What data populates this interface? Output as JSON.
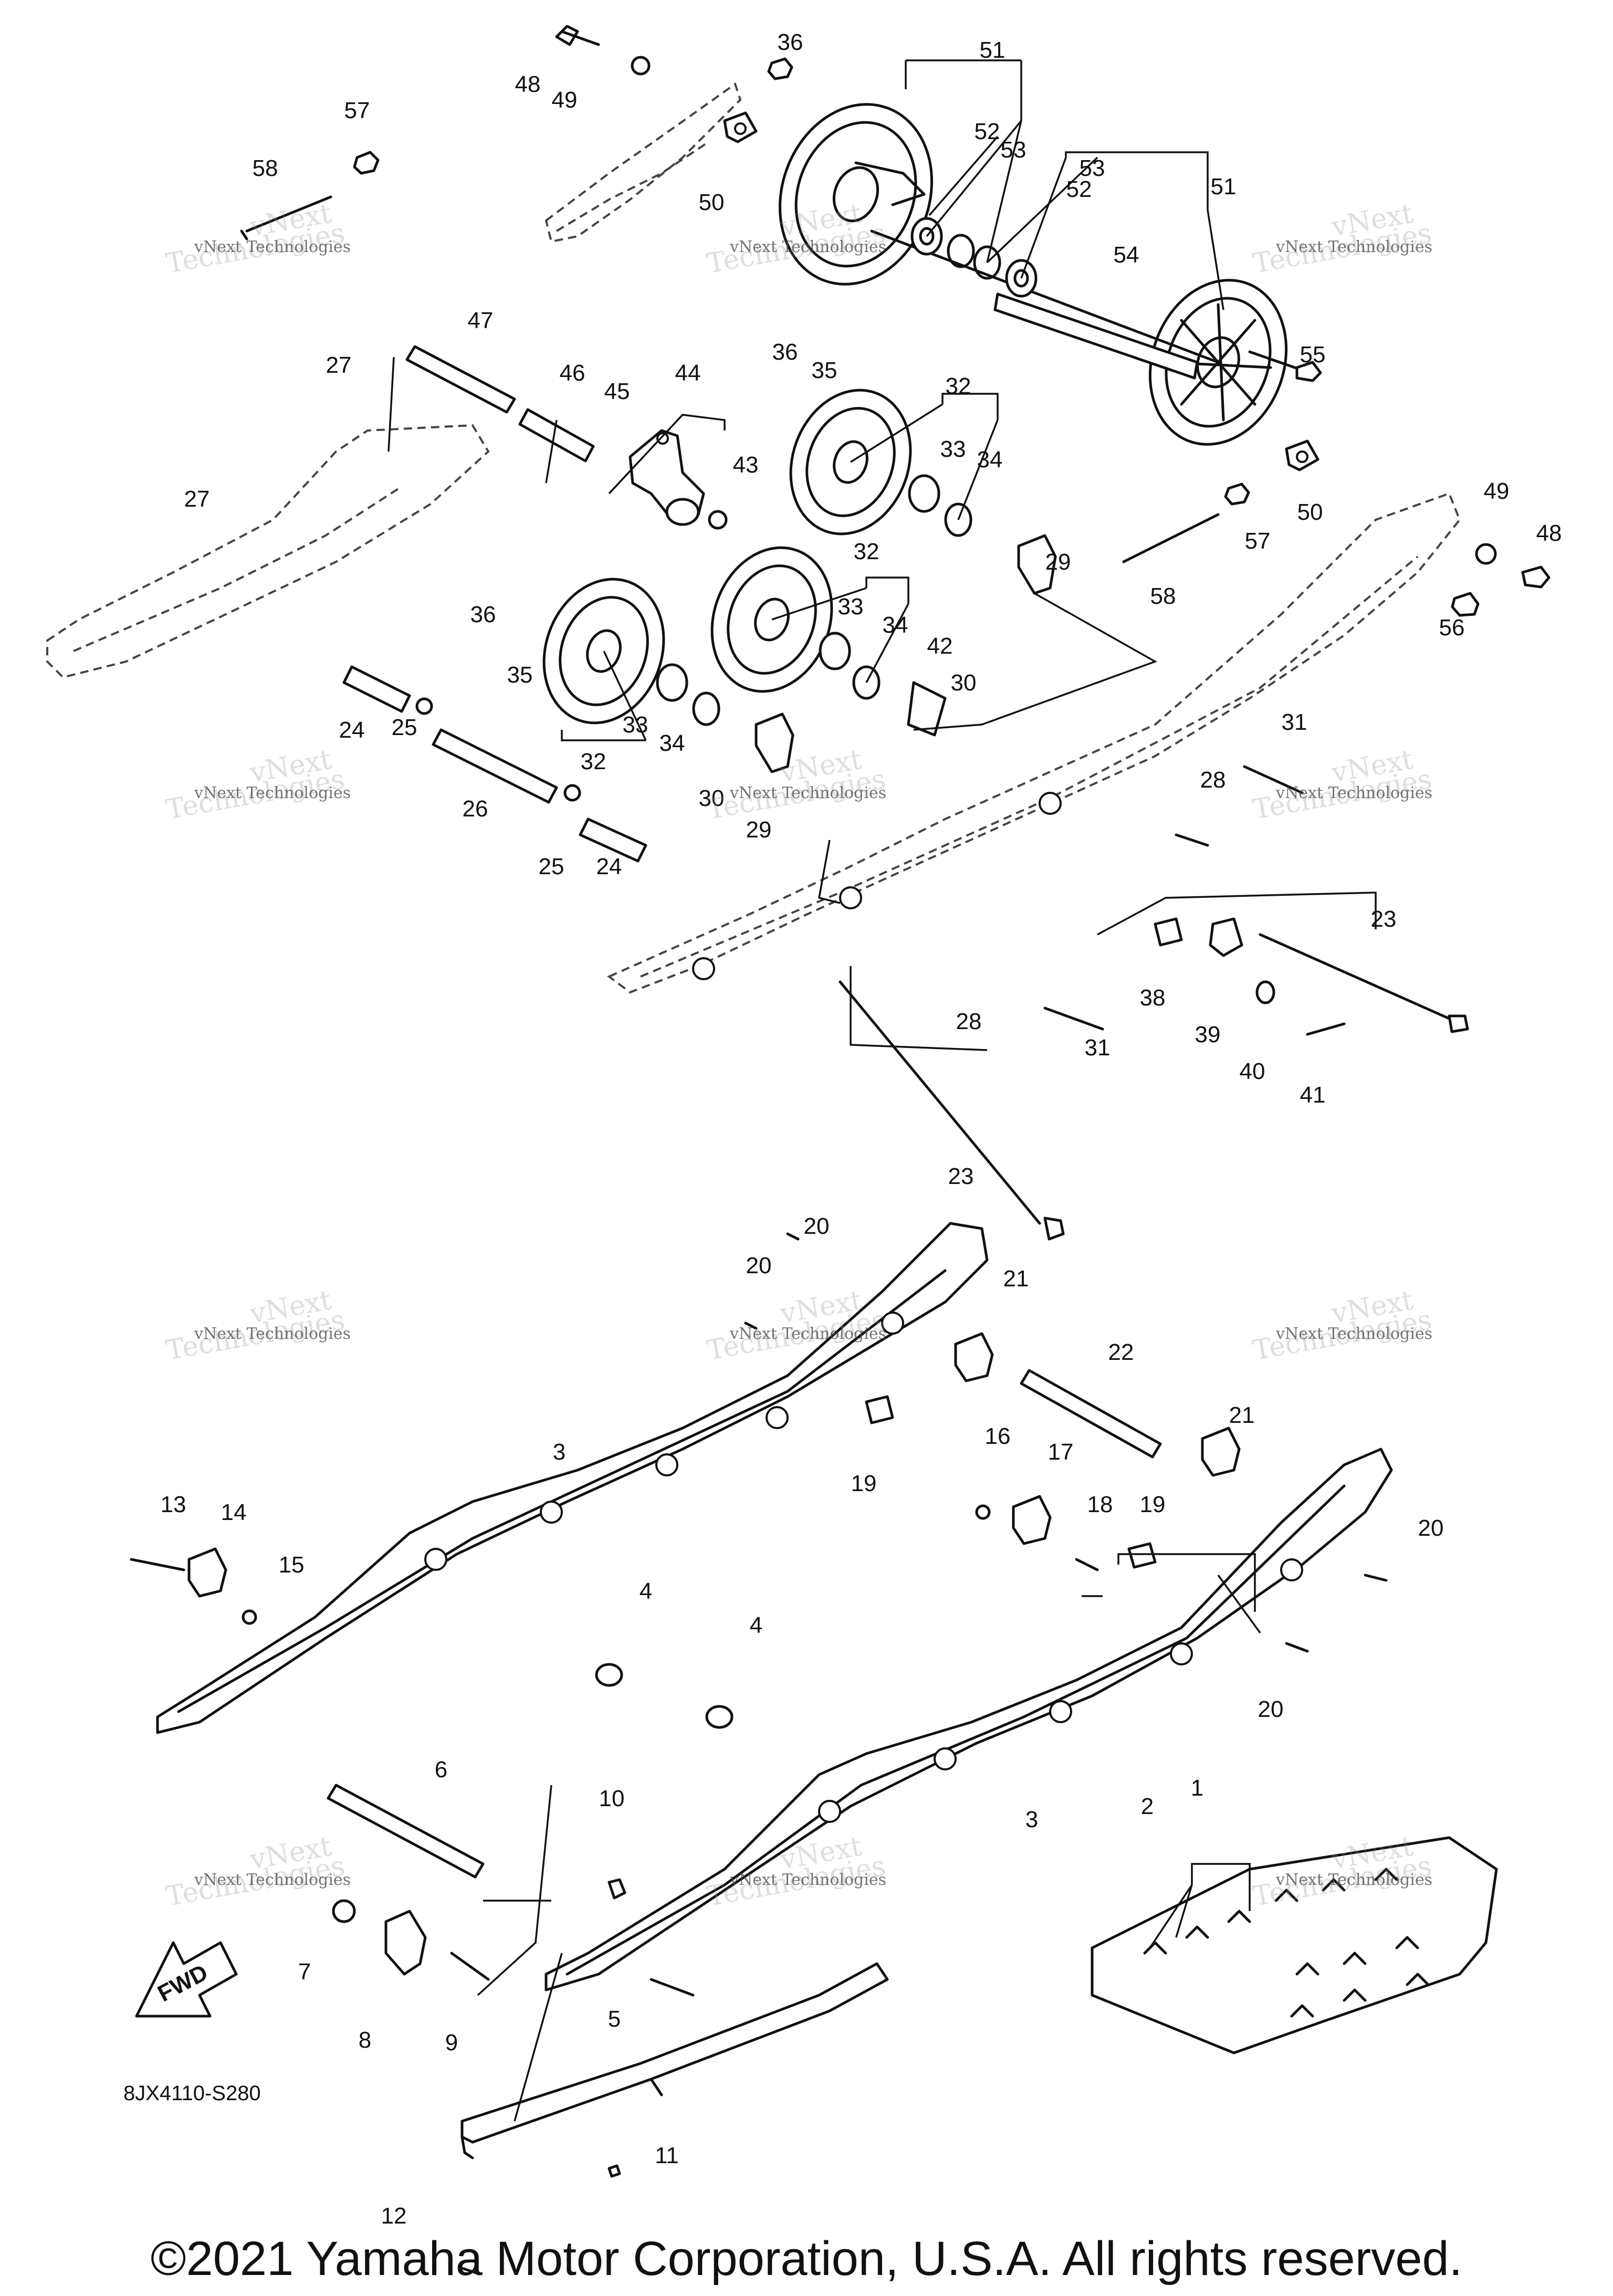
{
  "diagram": {
    "drawing_code": "8JX4110-S280",
    "copyright": "©2021 Yamaha Motor Corporation, U.S.A. All rights reserved.",
    "fwd_label": "FWD",
    "watermark": {
      "line1": "vNext",
      "line2": "Technologies",
      "small": "vNext Technologies"
    },
    "callouts": [
      "1",
      "2",
      "3",
      "3",
      "4",
      "4",
      "5",
      "6",
      "7",
      "8",
      "9",
      "10",
      "11",
      "12",
      "13",
      "14",
      "15",
      "16",
      "17",
      "18",
      "19",
      "19",
      "20",
      "20",
      "20",
      "20",
      "21",
      "21",
      "22",
      "23",
      "23",
      "24",
      "24",
      "25",
      "25",
      "26",
      "27",
      "27",
      "28",
      "28",
      "29",
      "29",
      "30",
      "30",
      "31",
      "31",
      "32",
      "32",
      "32",
      "33",
      "33",
      "33",
      "34",
      "34",
      "34",
      "35",
      "35",
      "36",
      "36",
      "36",
      "38",
      "39",
      "40",
      "41",
      "42",
      "43",
      "44",
      "45",
      "46",
      "47",
      "48",
      "48",
      "49",
      "49",
      "50",
      "50",
      "51",
      "51",
      "52",
      "52",
      "53",
      "53",
      "54",
      "55",
      "56",
      "57",
      "57",
      "58",
      "58"
    ]
  }
}
